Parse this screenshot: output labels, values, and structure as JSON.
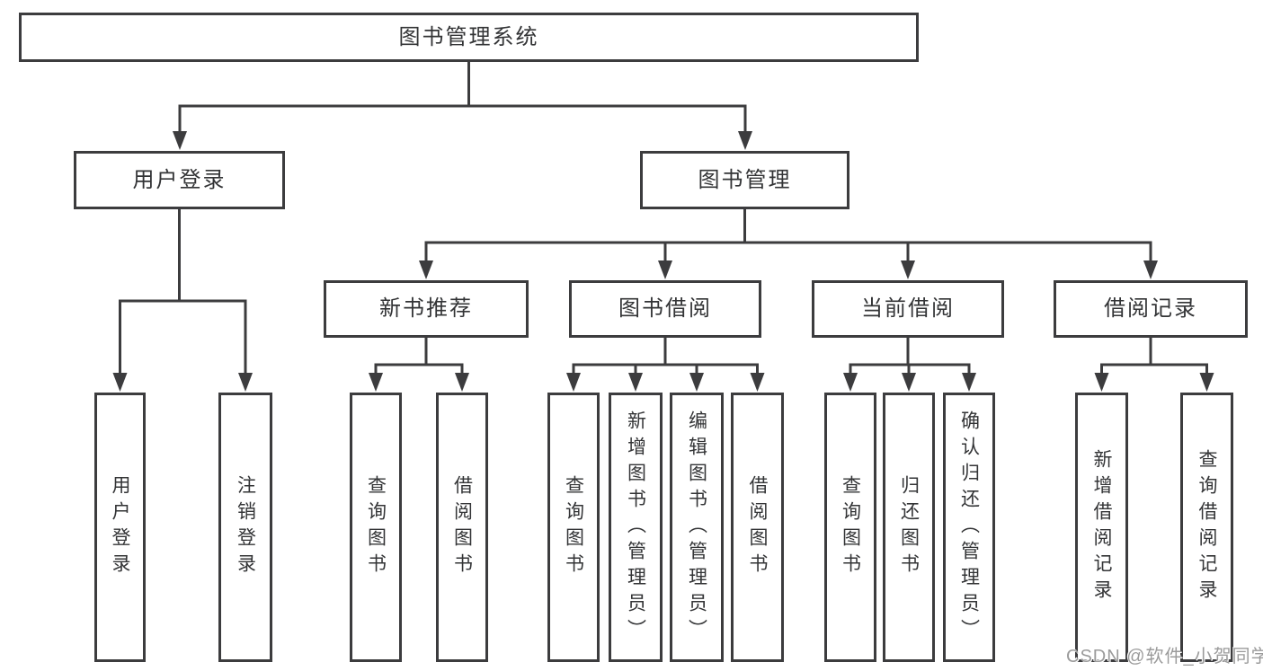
{
  "nodes": {
    "root": {
      "label": "图书管理系统"
    },
    "level2": [
      {
        "label": "用户登录"
      },
      {
        "label": "图书管理"
      }
    ],
    "level3": [
      {
        "label": "新书推荐",
        "parent": "图书管理"
      },
      {
        "label": "图书借阅",
        "parent": "图书管理"
      },
      {
        "label": "当前借阅",
        "parent": "图书管理"
      },
      {
        "label": "借阅记录",
        "parent": "图书管理"
      }
    ],
    "leaves": [
      {
        "label": "用户登录",
        "parent": "用户登录"
      },
      {
        "label": "注销登录",
        "parent": "用户登录"
      },
      {
        "label": "查询图书",
        "parent": "新书推荐"
      },
      {
        "label": "借阅图书",
        "parent": "新书推荐"
      },
      {
        "label": "查询图书",
        "parent": "图书借阅"
      },
      {
        "label": "新增图书（管理员）",
        "parent": "图书借阅"
      },
      {
        "label": "编辑图书（管理员）",
        "parent": "图书借阅"
      },
      {
        "label": "借阅图书",
        "parent": "图书借阅"
      },
      {
        "label": "查询图书",
        "parent": "当前借阅"
      },
      {
        "label": "归还图书",
        "parent": "当前借阅"
      },
      {
        "label": "确认归还（管理员）",
        "parent": "当前借阅"
      },
      {
        "label": "新增借阅记录",
        "parent": "借阅记录"
      },
      {
        "label": "查询借阅记录",
        "parent": "借阅记录"
      }
    ]
  },
  "watermark": {
    "text": "CSDN @软件_小贺同学"
  },
  "colors": {
    "line": "#3c3c3e",
    "box_border": "#3c3c3e",
    "text": "#333436",
    "watermark": "#9b9b9b",
    "background": "#ffffff"
  }
}
